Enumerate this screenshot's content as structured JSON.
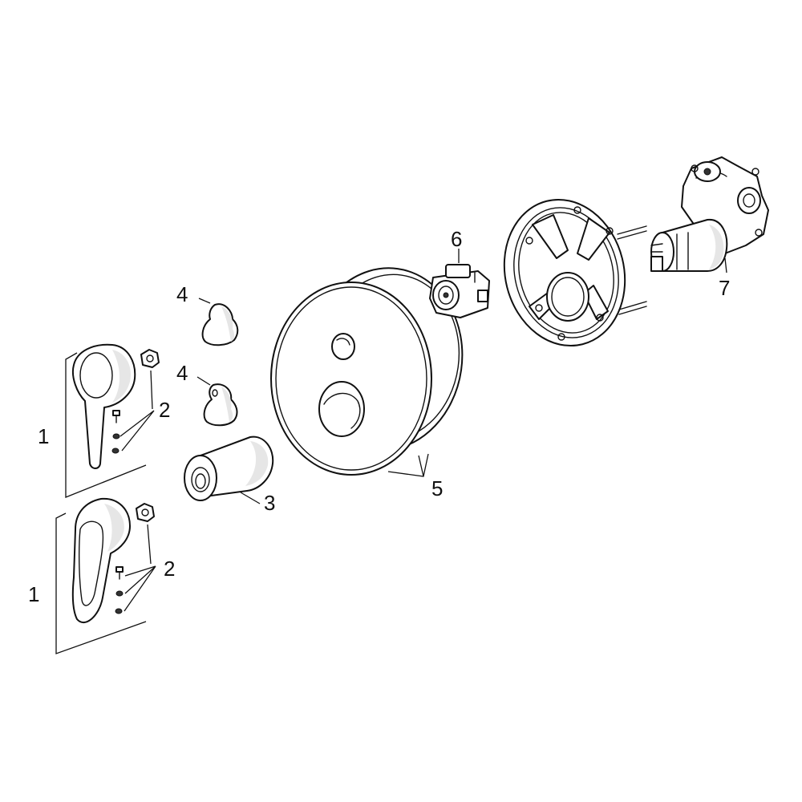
{
  "callouts": {
    "lever_upper": "1",
    "lever_lower": "1",
    "screws_upper": "2",
    "screws_lower": "2",
    "sleeve": "3",
    "knob_upper": "4",
    "knob_lower": "4",
    "cover_plate": "5",
    "diverter": "6",
    "valve_body": "7"
  }
}
